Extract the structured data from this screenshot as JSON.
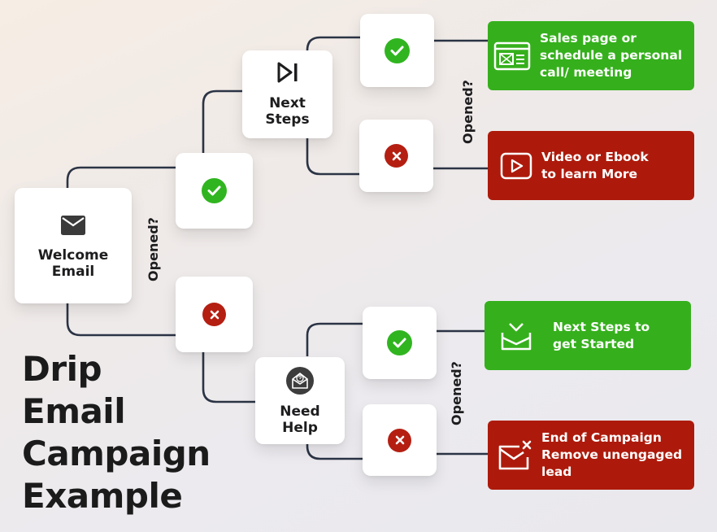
{
  "nodes": {
    "welcome": {
      "label": "Welcome\nEmail",
      "icon": "envelope-icon"
    },
    "next_steps": {
      "label": "Next\nSteps",
      "icon": "skip-forward-icon"
    },
    "need_help": {
      "label": "Need\nHelp",
      "icon": "help-envelope-icon"
    }
  },
  "decision_label": "Opened?",
  "outcomes": {
    "sales_page": {
      "text": "Sales page or\nschedule a personal\ncall/ meeting",
      "icon": "webpage-icon",
      "color": "#35b01c"
    },
    "video_ebook": {
      "text": "Video or Ebook\nto learn More",
      "icon": "play-video-icon",
      "color": "#ad1a0b"
    },
    "next_steps_started": {
      "text": "Next Steps to\nget Started",
      "icon": "inbox-tray-icon",
      "color": "#35b01c"
    },
    "end_campaign": {
      "text": "End of Campaign\nRemove unengaged\nlead",
      "icon": "mail-remove-icon",
      "color": "#ad1a0b"
    }
  },
  "status_icons": {
    "yes": "check-icon",
    "no": "x-icon"
  },
  "colors": {
    "yes": "#30b520",
    "no": "#b41f12",
    "connector": "#2b3445"
  },
  "title": "Drip\nEmail\nCampaign\nExample"
}
